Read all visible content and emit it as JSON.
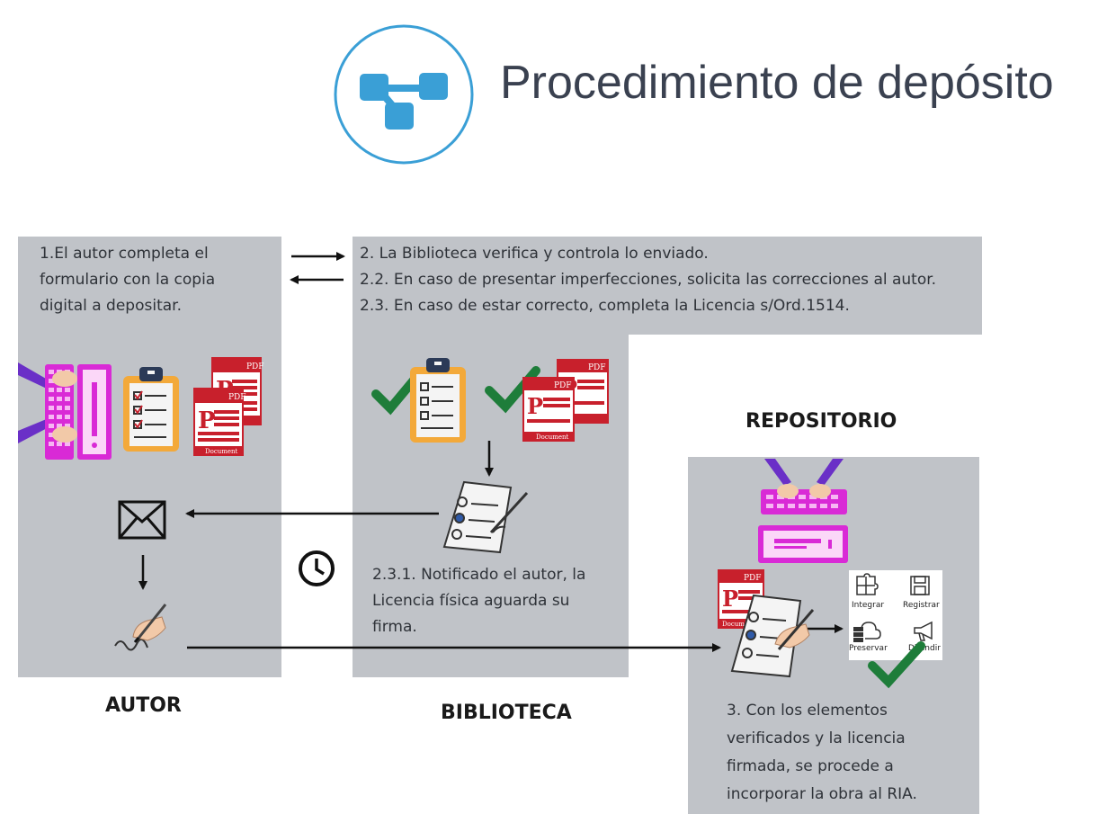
{
  "title": "Procedimiento de depósito",
  "logo_icon": "workflow-icon",
  "lanes": {
    "autor": {
      "heading": "AUTOR",
      "step1": [
        "1.El autor completa el",
        "formulario con la copia",
        "digital a depositar."
      ]
    },
    "biblioteca": {
      "heading": "BIBLIOTECA",
      "step2": [
        "2. La Biblioteca verifica y controla lo enviado.",
        "2.2. En caso de presentar imperfecciones, solicita las correcciones al autor.",
        "2.3. En caso de estar correcto, completa la Licencia s/Ord.1514."
      ],
      "step231": [
        "2.3.1. Notificado el autor, la",
        "Licencia física aguarda su",
        "firma."
      ]
    },
    "repositorio": {
      "heading": "REPOSITORIO",
      "step3": [
        "3. Con los elementos",
        "verificados y la licencia",
        "firmada, se procede a",
        "incorporar la obra al RIA."
      ],
      "actions": [
        "Integrar",
        "Registrar",
        "Preservar",
        "Difundir"
      ]
    }
  },
  "document_labels": {
    "pdf": "PDF",
    "p": "P",
    "document": "Document"
  },
  "colors": {
    "panel": "#c0c3c8",
    "logo_blue": "#3a9fd6",
    "check_green": "#1e7d3a",
    "pdf_red": "#c8202c",
    "magenta": "#d92ad6",
    "clipboard_orange": "#f3a93a",
    "sleeve_purple": "#6a2fc7"
  }
}
